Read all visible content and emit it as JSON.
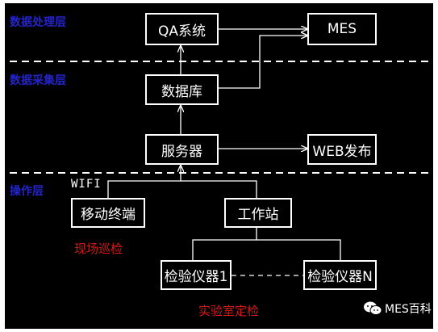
{
  "layers": {
    "processing": "数据处理层",
    "collection": "数据采集层",
    "operation": "操作层"
  },
  "nodes": {
    "qa": "QA系统",
    "mes": "MES",
    "database": "数据库",
    "server": "服务器",
    "web": "WEB发布",
    "mobile": "移动终端",
    "workstation": "工作站",
    "instrument1": "检验仪器1",
    "instrumentN": "检验仪器N"
  },
  "labels": {
    "wifi": "WIFI",
    "onsite": "现场巡检",
    "lab": "实验室定检"
  },
  "watermark": "MES百科",
  "colors": {
    "background": "#000000",
    "line": "#ffffff",
    "layer_text": "#2424c8",
    "note_text": "#d81818"
  }
}
